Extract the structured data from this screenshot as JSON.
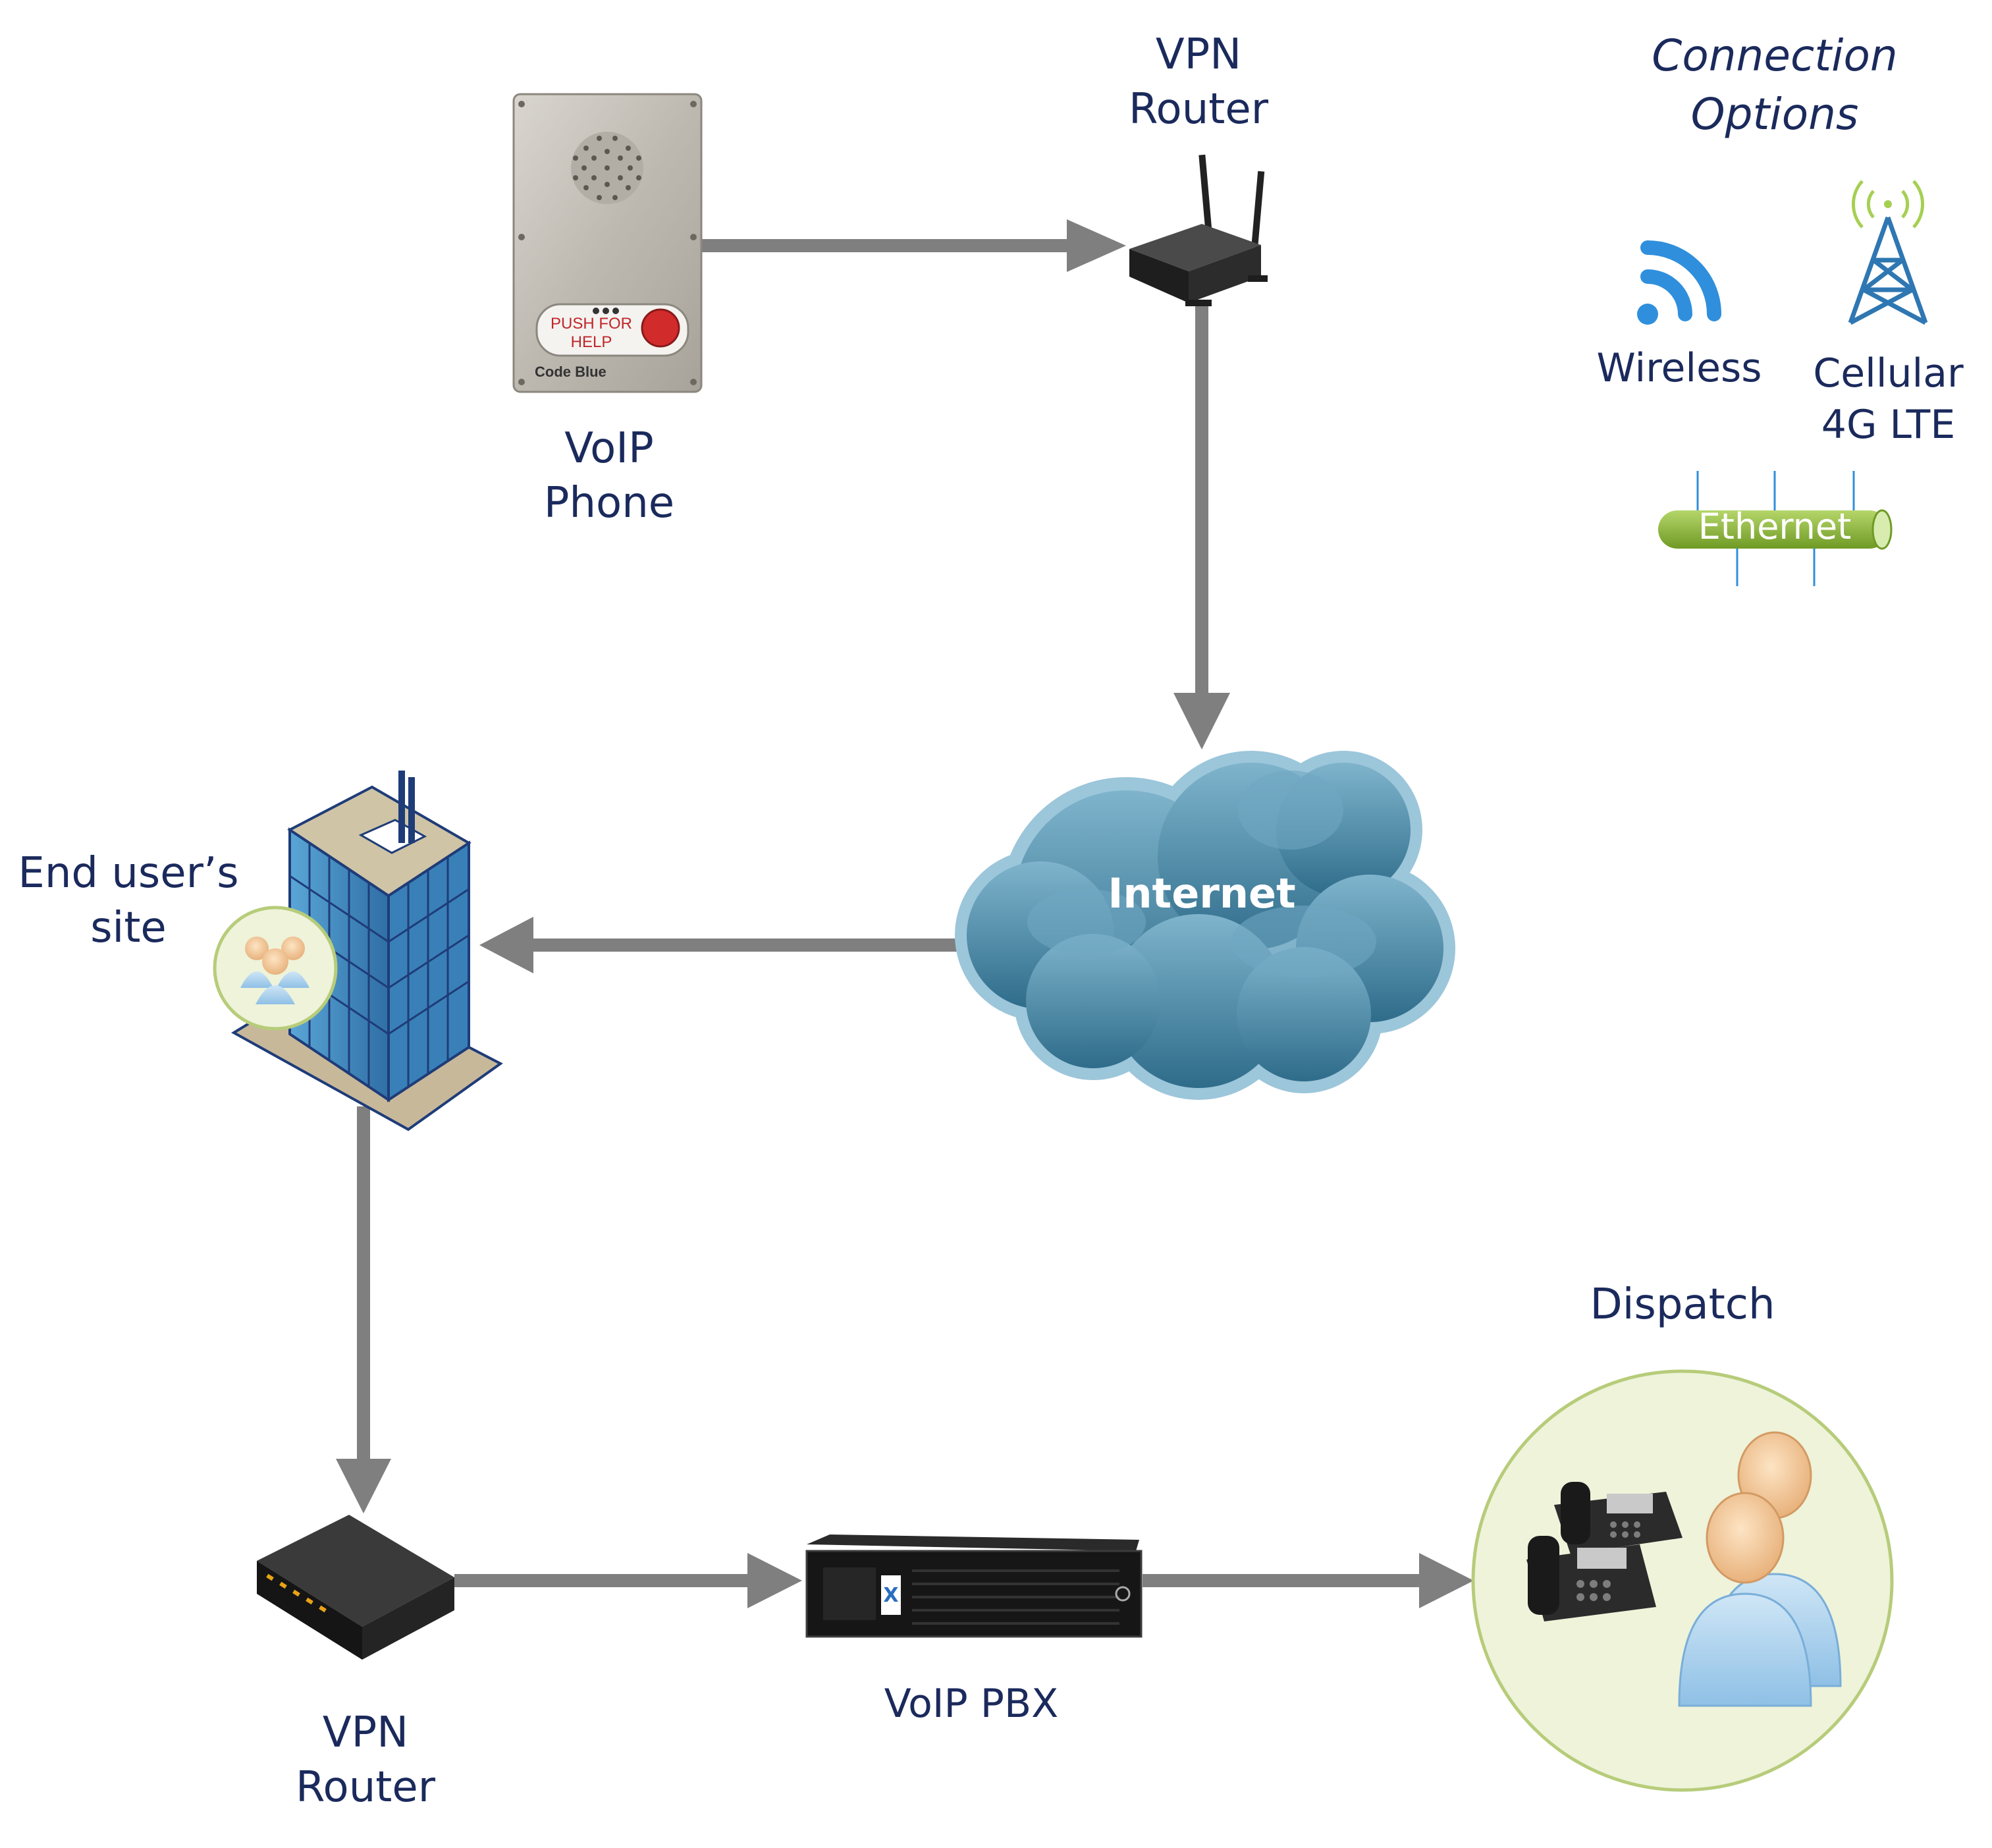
{
  "options": {
    "title": "Connection\nOptions",
    "wireless_label": "Wireless",
    "cellular_label": "Cellular\n4G LTE",
    "ethernet_label": "Ethernet"
  },
  "nodes": {
    "voip_phone": {
      "label": "VoIP\nPhone",
      "panel_text": "PUSH FOR HELP",
      "brand": "Code Blue",
      "icon": "emergency-call-box-icon"
    },
    "vpn_router_top": {
      "label": "VPN\nRouter",
      "icon": "router-antenna-icon"
    },
    "internet": {
      "label": "Internet",
      "icon": "cloud-icon"
    },
    "end_user_site": {
      "label": "End user’s\nsite",
      "icon": "office-building-icon"
    },
    "vpn_router_bottom": {
      "label": "VPN\nRouter",
      "icon": "router-icon"
    },
    "voip_pbx": {
      "label": "VoIP PBX",
      "icon": "rack-server-icon"
    },
    "dispatch": {
      "label": "Dispatch",
      "icon": "dispatch-operators-icon"
    }
  },
  "edges": [
    {
      "from": "voip_phone",
      "to": "vpn_router_top"
    },
    {
      "from": "vpn_router_top",
      "to": "internet"
    },
    {
      "from": "internet",
      "to": "end_user_site"
    },
    {
      "from": "end_user_site",
      "to": "vpn_router_bottom"
    },
    {
      "from": "vpn_router_bottom",
      "to": "voip_pbx"
    },
    {
      "from": "voip_pbx",
      "to": "dispatch"
    }
  ],
  "colors": {
    "label_text": "#1b2a5c",
    "arrow": "#7f7f7f",
    "panel_bg": "#e8e8e8",
    "cloud": "#4a8aa8",
    "ethernet": "#8db83a",
    "wifi": "#2f8fdc",
    "tower": "#2e77b2",
    "dispatch_circle": "#e9f0d6"
  }
}
